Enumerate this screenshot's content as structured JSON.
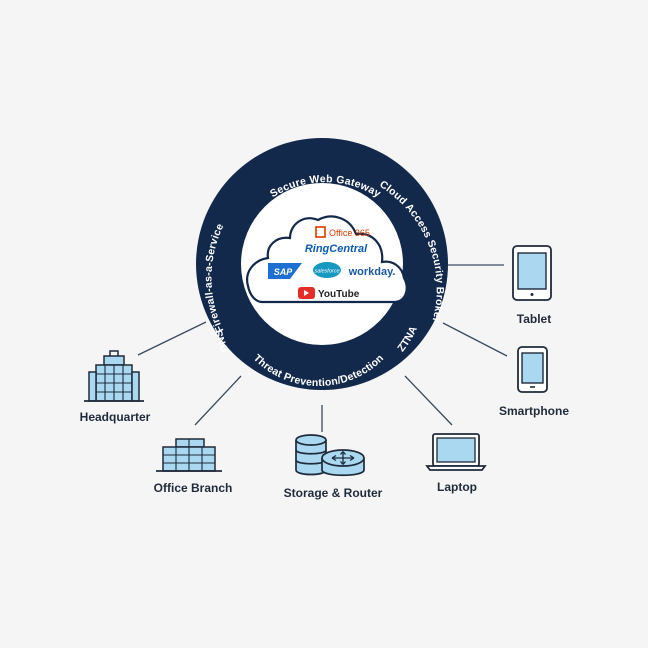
{
  "ring": {
    "labels": {
      "swg": "Secure Web Gateway",
      "casb": "Cloud Access Security Broker",
      "fwaas": "Firewall-as-a-Service",
      "dns": "DNS",
      "threat": "Threat Prevention/Detection",
      "ztna": "ZTNA"
    }
  },
  "cloud": {
    "apps": {
      "office365": "Office 365",
      "ringcentral": "RingCentral",
      "sap": "SAP",
      "salesforce": "salesforce",
      "workday": "workday.",
      "youtube": "YouTube"
    }
  },
  "endpoints": {
    "tablet": "Tablet",
    "smartphone": "Smartphone",
    "laptop": "Laptop",
    "storage_router": "Storage & Router",
    "office_branch": "Office Branch",
    "headquarter": "Headquarter"
  },
  "colors": {
    "ring": "#13294b",
    "line": "#3a4a60",
    "icon_fill": "#a9d8f0",
    "icon_stroke": "#1f2a3a",
    "background": "#f5f5f5"
  }
}
